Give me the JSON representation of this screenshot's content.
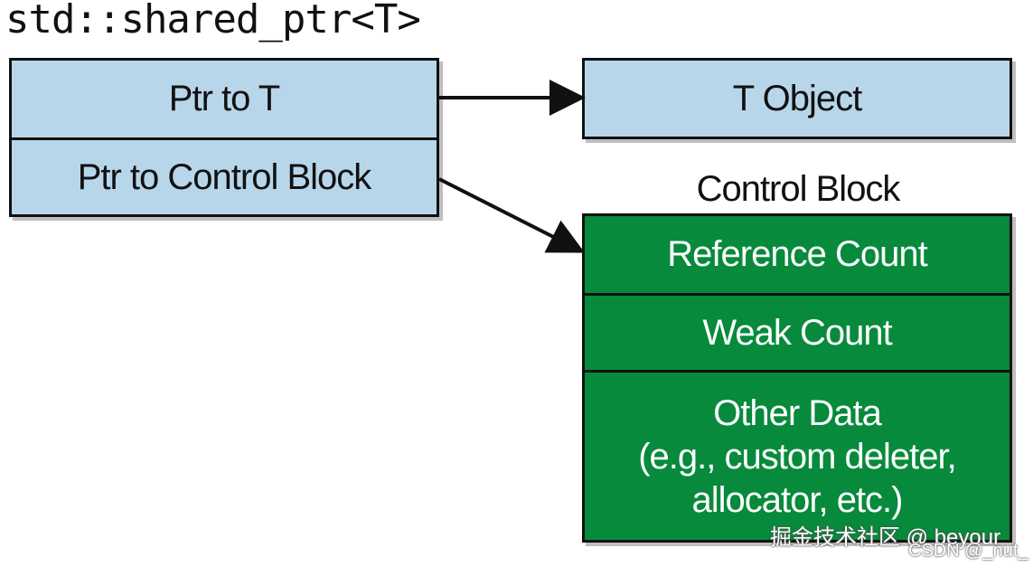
{
  "title": "std::shared_ptr<T>",
  "shared_ptr_box": {
    "field1": "Ptr to T",
    "field2": "Ptr to Control Block"
  },
  "t_object": "T Object",
  "control_block": {
    "label": "Control Block",
    "reference_count": "Reference Count",
    "weak_count": "Weak Count",
    "other_data_line1": "Other Data",
    "other_data_line2": "(e.g., custom deleter,",
    "other_data_line3": "allocator, etc.)"
  },
  "watermark": {
    "line1": "掘金技术社区 @ beyour",
    "line2": "CSDN @_nut_"
  },
  "colors": {
    "blue_fill": "#b8d6ea",
    "green_fill": "#078a3c",
    "border": "#111111"
  }
}
